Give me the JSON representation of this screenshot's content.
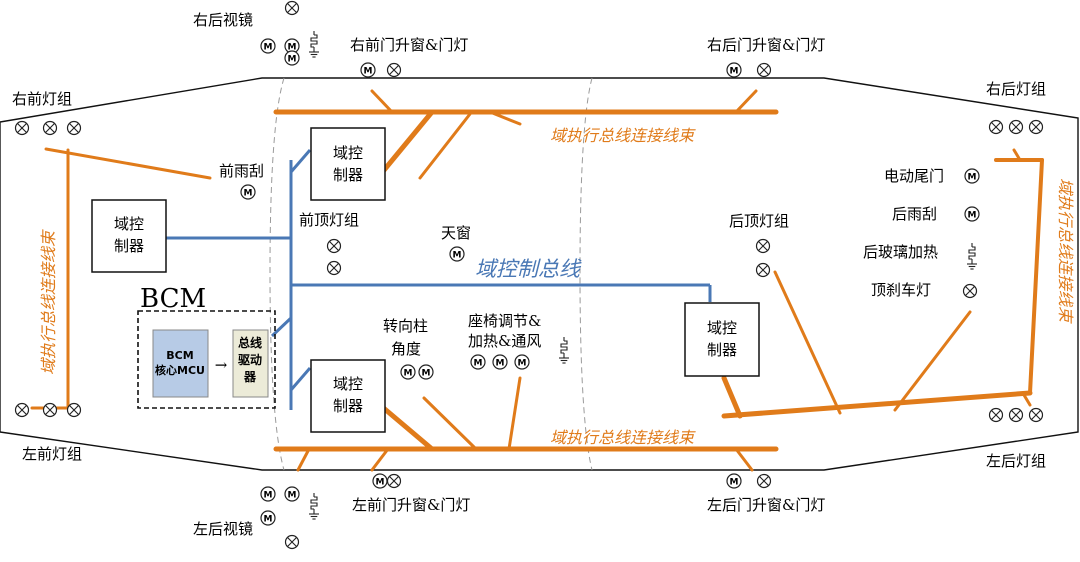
{
  "colors": {
    "actuator_bus": "#e07b1a",
    "control_bus": "#4a78b5",
    "mcu_fill": "#b7cbe6",
    "driver_fill": "#ecebd8"
  },
  "icons": {
    "motor": "circled-M",
    "lamp": "circled-x",
    "heater": "heating-coil-ground"
  },
  "labels": {
    "right_mirror": "右后视镜",
    "left_mirror": "左后视镜",
    "rf_window": "右前门升窗&门灯",
    "rr_window": "右后门升窗&门灯",
    "lf_window": "左前门升窗&门灯",
    "lr_window": "左后门升窗&门灯",
    "rf_lamp": "右前灯组",
    "lf_lamp": "左前灯组",
    "rr_lamp": "右后灯组",
    "lr_lamp": "左后灯组",
    "front_wiper": "前雨刮",
    "front_dome": "前顶灯组",
    "sunroof": "天窗",
    "steering_1": "转向柱",
    "steering_2": "角度",
    "seat_1": "座椅调节&",
    "seat_2": "加热&通风",
    "rear_dome": "后顶灯组",
    "tailgate": "电动尾门",
    "rear_wiper": "后雨刮",
    "rear_glass_heat": "后玻璃加热",
    "brake_light": "顶刹车灯",
    "actuator_bus_top": "域执行总线连接线束",
    "actuator_bus_bottom": "域执行总线连接线束",
    "actuator_bus_left": "域执行总线连接线束",
    "actuator_bus_right": "域执行总线连接线束",
    "control_bus": "域控制总线",
    "bcm": "BCM",
    "mcu_1": "BCM",
    "mcu_2": "核心MCU",
    "driver_1": "总线",
    "driver_2": "驱动",
    "driver_3": "器",
    "arrow": "→",
    "motor_letter": "M"
  },
  "controllers": {
    "line_1": "域控",
    "line_2": "制器"
  }
}
